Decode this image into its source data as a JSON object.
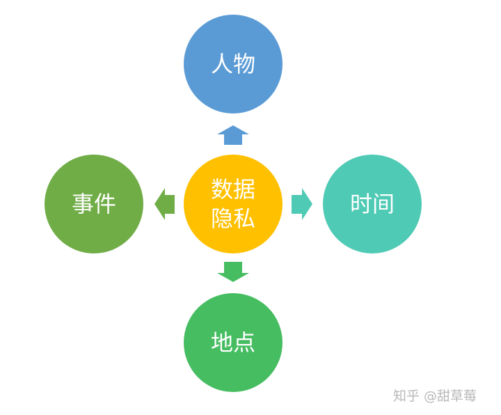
{
  "center": {
    "line1": "数据",
    "line2": "隐私",
    "color": "#ffc000"
  },
  "nodes": {
    "top": {
      "label": "人物",
      "color": "#5b9bd5"
    },
    "left": {
      "label": "事件",
      "color": "#70ad47"
    },
    "right": {
      "label": "时间",
      "color": "#4fcab5"
    },
    "bottom": {
      "label": "地点",
      "color": "#47bd62"
    }
  },
  "watermark": "知乎 @甜草莓"
}
